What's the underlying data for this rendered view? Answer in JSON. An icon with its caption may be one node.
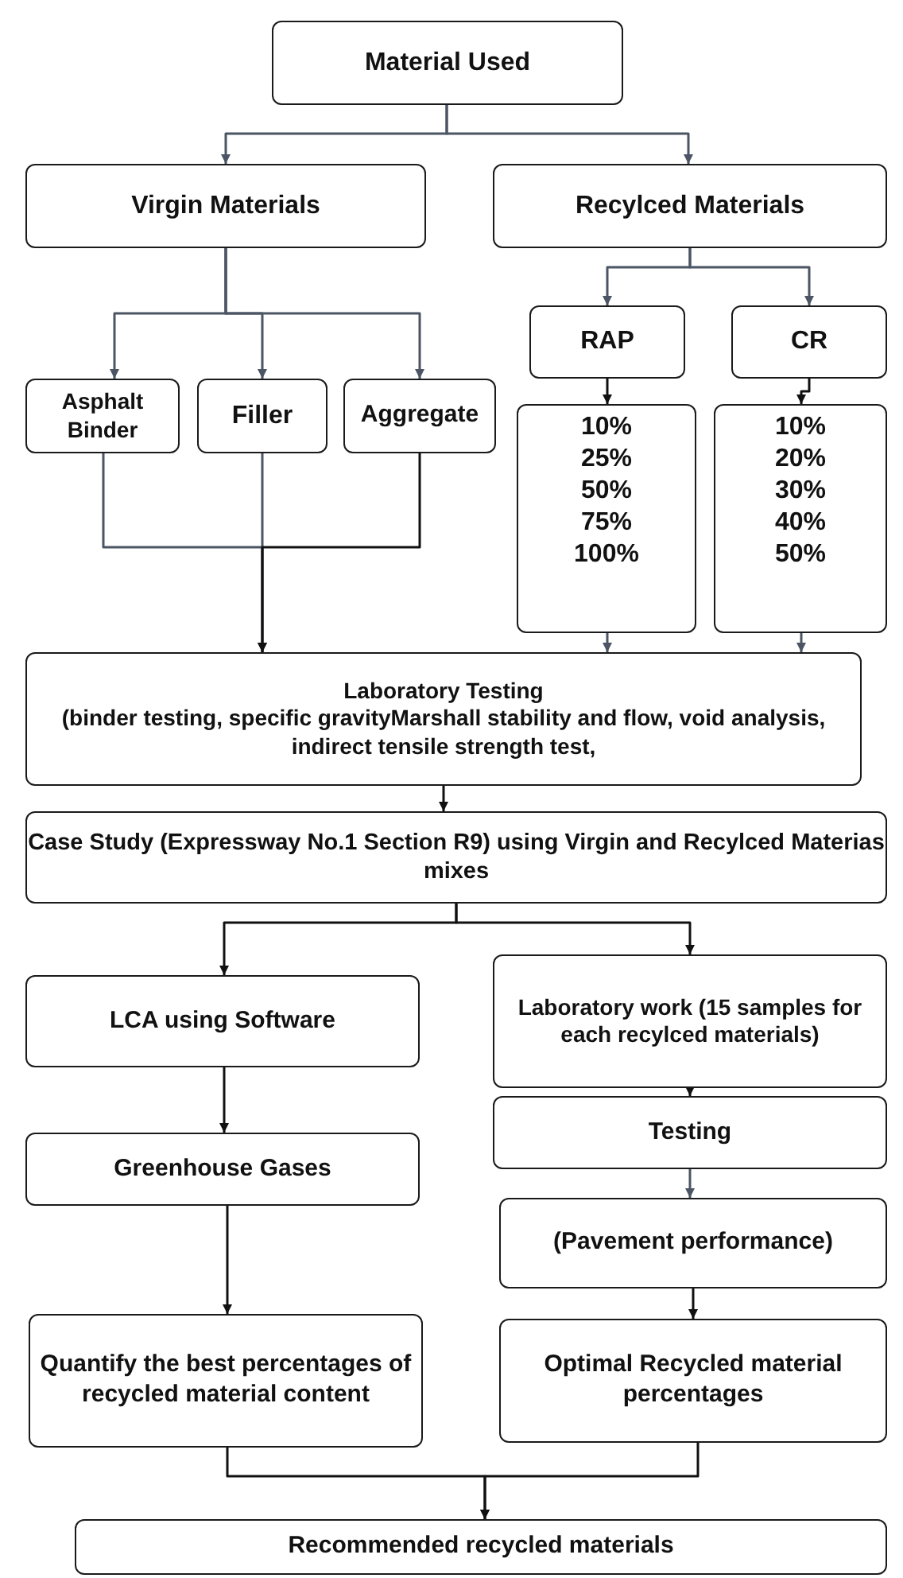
{
  "diagram": {
    "nodes": [
      {
        "text": [
          "Material Used"
        ]
      },
      {
        "text": [
          "Virgin Materials"
        ]
      },
      {
        "text": [
          "Recylced Materials"
        ]
      },
      {
        "text": [
          "Asphalt Binder"
        ]
      },
      {
        "text": [
          "Filler"
        ]
      },
      {
        "text": [
          "Aggregate"
        ]
      },
      {
        "text": [
          "RAP"
        ]
      },
      {
        "text": [
          "CR"
        ]
      },
      {
        "text": [
          "10%",
          "25%",
          "50%",
          "75%",
          "100%"
        ]
      },
      {
        "text": [
          "10%",
          "20%",
          "30%",
          "40%",
          "50%"
        ]
      },
      {
        "text": [
          "Laboratory Testing",
          "(binder testing, specific gravityMarshall stability and flow, void analysis, indirect tensile strength test,"
        ]
      },
      {
        "text": [
          "Case Study (Expressway No.1 Section R9) using Virgin and Recylced Materias mixes"
        ]
      },
      {
        "text": [
          "LCA using Software"
        ]
      },
      {
        "text": [
          "Laboratory work (15 samples for each recylced materials)"
        ]
      },
      {
        "text": [
          "Greenhouse Gases"
        ]
      },
      {
        "text": [
          "Testing"
        ]
      },
      {
        "text": [
          "(Pavement performance)"
        ]
      },
      {
        "text": [
          "Quantify the best percentages of recycled material content"
        ]
      },
      {
        "text": [
          "Optimal Recycled material percentages"
        ]
      },
      {
        "text": [
          "Recommended recycled materials"
        ]
      }
    ],
    "edges": [
      {
        "from": 0,
        "to": 1,
        "arrow": "to",
        "color": "#4b5563"
      },
      {
        "from": 0,
        "to": 2,
        "arrow": "to",
        "color": "#4b5563"
      },
      {
        "from": 1,
        "to": 3,
        "arrow": "to",
        "color": "#4b5563"
      },
      {
        "from": 1,
        "to": 4,
        "arrow": "to",
        "color": "#4b5563"
      },
      {
        "from": 1,
        "to": 5,
        "arrow": "to",
        "color": "#4b5563"
      },
      {
        "from": 2,
        "to": 6,
        "arrow": "to",
        "color": "#4b5563"
      },
      {
        "from": 2,
        "to": 7,
        "arrow": "to",
        "color": "#4b5563"
      },
      {
        "from": 6,
        "to": 8,
        "arrow": "to"
      },
      {
        "from": 7,
        "to": 9,
        "arrow": "to"
      },
      {
        "from": 3,
        "to": 10,
        "arrow": "to",
        "color": "#4b5563"
      },
      {
        "from": 4,
        "to": 10,
        "arrow": "to",
        "color": "#4b5563"
      },
      {
        "from": 5,
        "to": 10,
        "arrow": "to"
      },
      {
        "from": 8,
        "to": 10,
        "arrow": "to",
        "color": "#4b5563"
      },
      {
        "from": 9,
        "to": 10,
        "arrow": "to",
        "color": "#4b5563"
      },
      {
        "from": 10,
        "to": 11,
        "arrow": "to"
      },
      {
        "from": 11,
        "to": 12,
        "arrow": "to"
      },
      {
        "from": 11,
        "to": 13,
        "arrow": "to"
      },
      {
        "from": 12,
        "to": 14,
        "arrow": "to"
      },
      {
        "from": 14,
        "to": 17,
        "arrow": "to"
      },
      {
        "from": 13,
        "to": 15,
        "arrow": "to"
      },
      {
        "from": 15,
        "to": 16,
        "arrow": "to",
        "color": "#4b5563"
      },
      {
        "from": 16,
        "to": 18,
        "arrow": "to"
      },
      {
        "from": 17,
        "to": 19,
        "arrow": "to"
      },
      {
        "from": 18,
        "to": 19,
        "arrow": "to"
      }
    ]
  }
}
